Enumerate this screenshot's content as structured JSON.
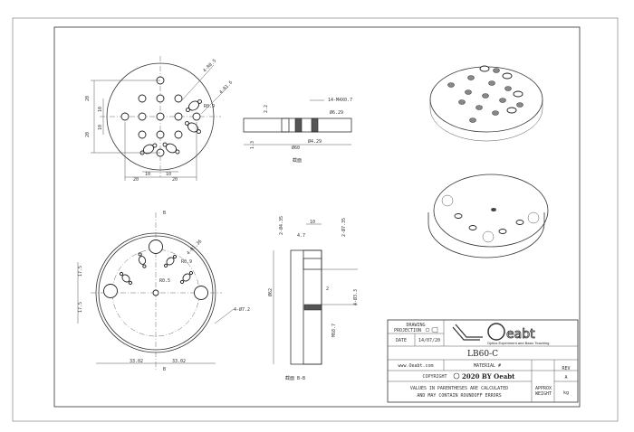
{
  "drawing": {
    "front_view_dims": [
      "20",
      "20",
      "10",
      "10",
      "20",
      "20",
      "10",
      "10",
      "4-R0.5",
      "4-R1.6",
      "R0.9"
    ],
    "section_dims": [
      "14-M4X0.7",
      "2.2",
      "Ø6.29",
      "Ø4.29",
      "Ø60",
      "1.3"
    ],
    "section_label": "截面",
    "bottom_view_dims": [
      "17.5",
      "17.5",
      "33.02",
      "33.02",
      "4-Ø7.2",
      "R0.9",
      "R0.5",
      "4-R1.36",
      "B",
      "B"
    ],
    "side_section_dims": [
      "10",
      "4.7",
      "2-Ø4.35",
      "2-Ø7.35",
      "Ø62",
      "4-Ø3.3",
      "M68.7",
      "2"
    ],
    "side_section_label": "截面 B-B"
  },
  "title_block": {
    "projection_label_1": "DRAWING",
    "projection_label_2": "PROJECTION",
    "date_label": "DATE",
    "date_value": "14/07/20",
    "logo_text": "Oeabt",
    "logo_tagline": "Optics Experiment and Basic Teaching",
    "part_number": "LB60-C",
    "website": "www.Oeabt.com",
    "material_label": "MATERIAL #",
    "rev_label": "REV",
    "rev_value": "A",
    "copyright_label": "COPYRIGHT",
    "copyright_text": "2020 BY Oeabt",
    "note_line_1": "VALUES IN PARENTHESES ARE CALCULATED",
    "note_line_2": "AND MAY CONTAIN ROUNDOFF ERRORS",
    "weight_label_1": "APPROX",
    "weight_label_2": "WEIGHT",
    "weight_unit": "kg"
  }
}
